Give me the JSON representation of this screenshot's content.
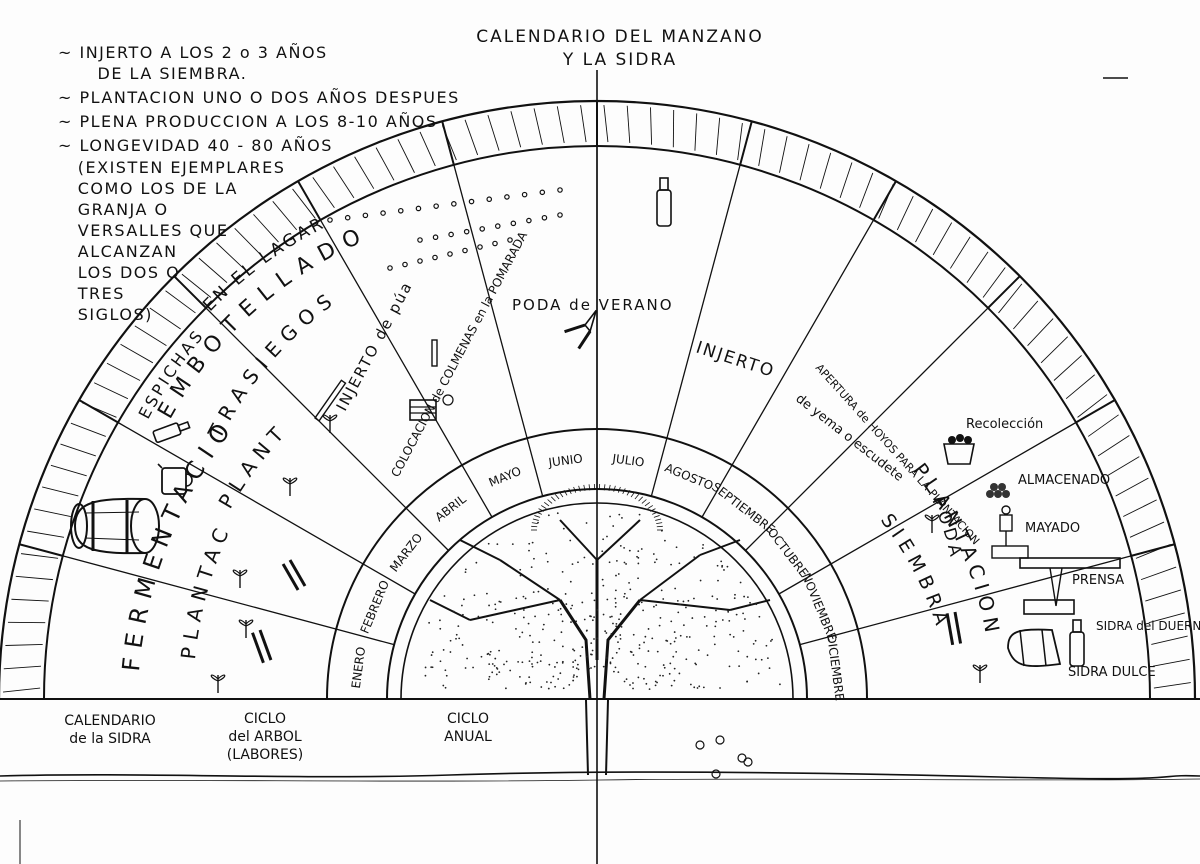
{
  "title": {
    "line1": "CALENDARIO DEL MANZANO",
    "line2": "Y LA SIDRA"
  },
  "notes": [
    "~ INJERTO A LOS 2 o 3 AÑOS\n      DE LA SIEMBRA.",
    "~ PLANTACION UNO O DOS AÑOS DESPUES",
    "~ PLENA PRODUCCION A LOS 8-10 AÑOS",
    "~ LONGEVIDAD 40 - 80 AÑOS\n   (EXISTEN EJEMPLARES\n   COMO LOS DE LA\n   GRANJA O\n   VERSALLES QUE\n   ALCANZAN\n   LOS DOS O\n   TRES\n   SIGLOS)"
  ],
  "months": [
    "ENERO",
    "FEBRERO",
    "MARZO",
    "ABRIL",
    "MAYO",
    "JUNIO",
    "JULIO",
    "AGOSTO",
    "SEPTIEMBRE",
    "OCTUBRE",
    "NOVIEMBRE",
    "DICIEMBRE"
  ],
  "cider_tasks": {
    "fermentacion": "FERMENTACION",
    "espichas": "ESPICHAS",
    "en_el_lagar": "EN EL LAGAR",
    "embotellado": "EMBOTELLADO",
    "trasiegos": "TRASIEGOS",
    "recoleccion": "Recolección",
    "almacenado": "ALMACENADO",
    "mayado": "MAYADO",
    "prensa": "PRENSA",
    "sidra_duerno": "SIDRA\ndel\nDUERNO",
    "sidra_dulce": "SIDRA\nDULCE"
  },
  "tree_tasks": {
    "plantacion_left": "PLANTACION",
    "plantacion_left2": "PLANTACION",
    "injerto_pua": "INJERTO\nde púa",
    "colmenas": "COLOCACION de\nCOLMENAS en la\nPOMARADA",
    "poda_verano": "PODA de VERANO",
    "injerto_yema": "INJERTO",
    "de_yema": "de yema\no escudete",
    "apertura_hoyos": "APERTURA de HOYOS\nPARA LA PLANTACION",
    "plantacion_right": "PLANTACION",
    "poda": "PODA",
    "siembra": "SIEMBRA"
  },
  "bottom_labels": {
    "calendario_sidra": "CALENDARIO\nde la SIDRA",
    "ciclo_arbol": "CICLO\ndel ARBOL\n(LABORES)",
    "ciclo_anual": "CICLO\nANUAL"
  },
  "colors": {
    "ink": "#111111",
    "paper": "#fdfdfd"
  }
}
